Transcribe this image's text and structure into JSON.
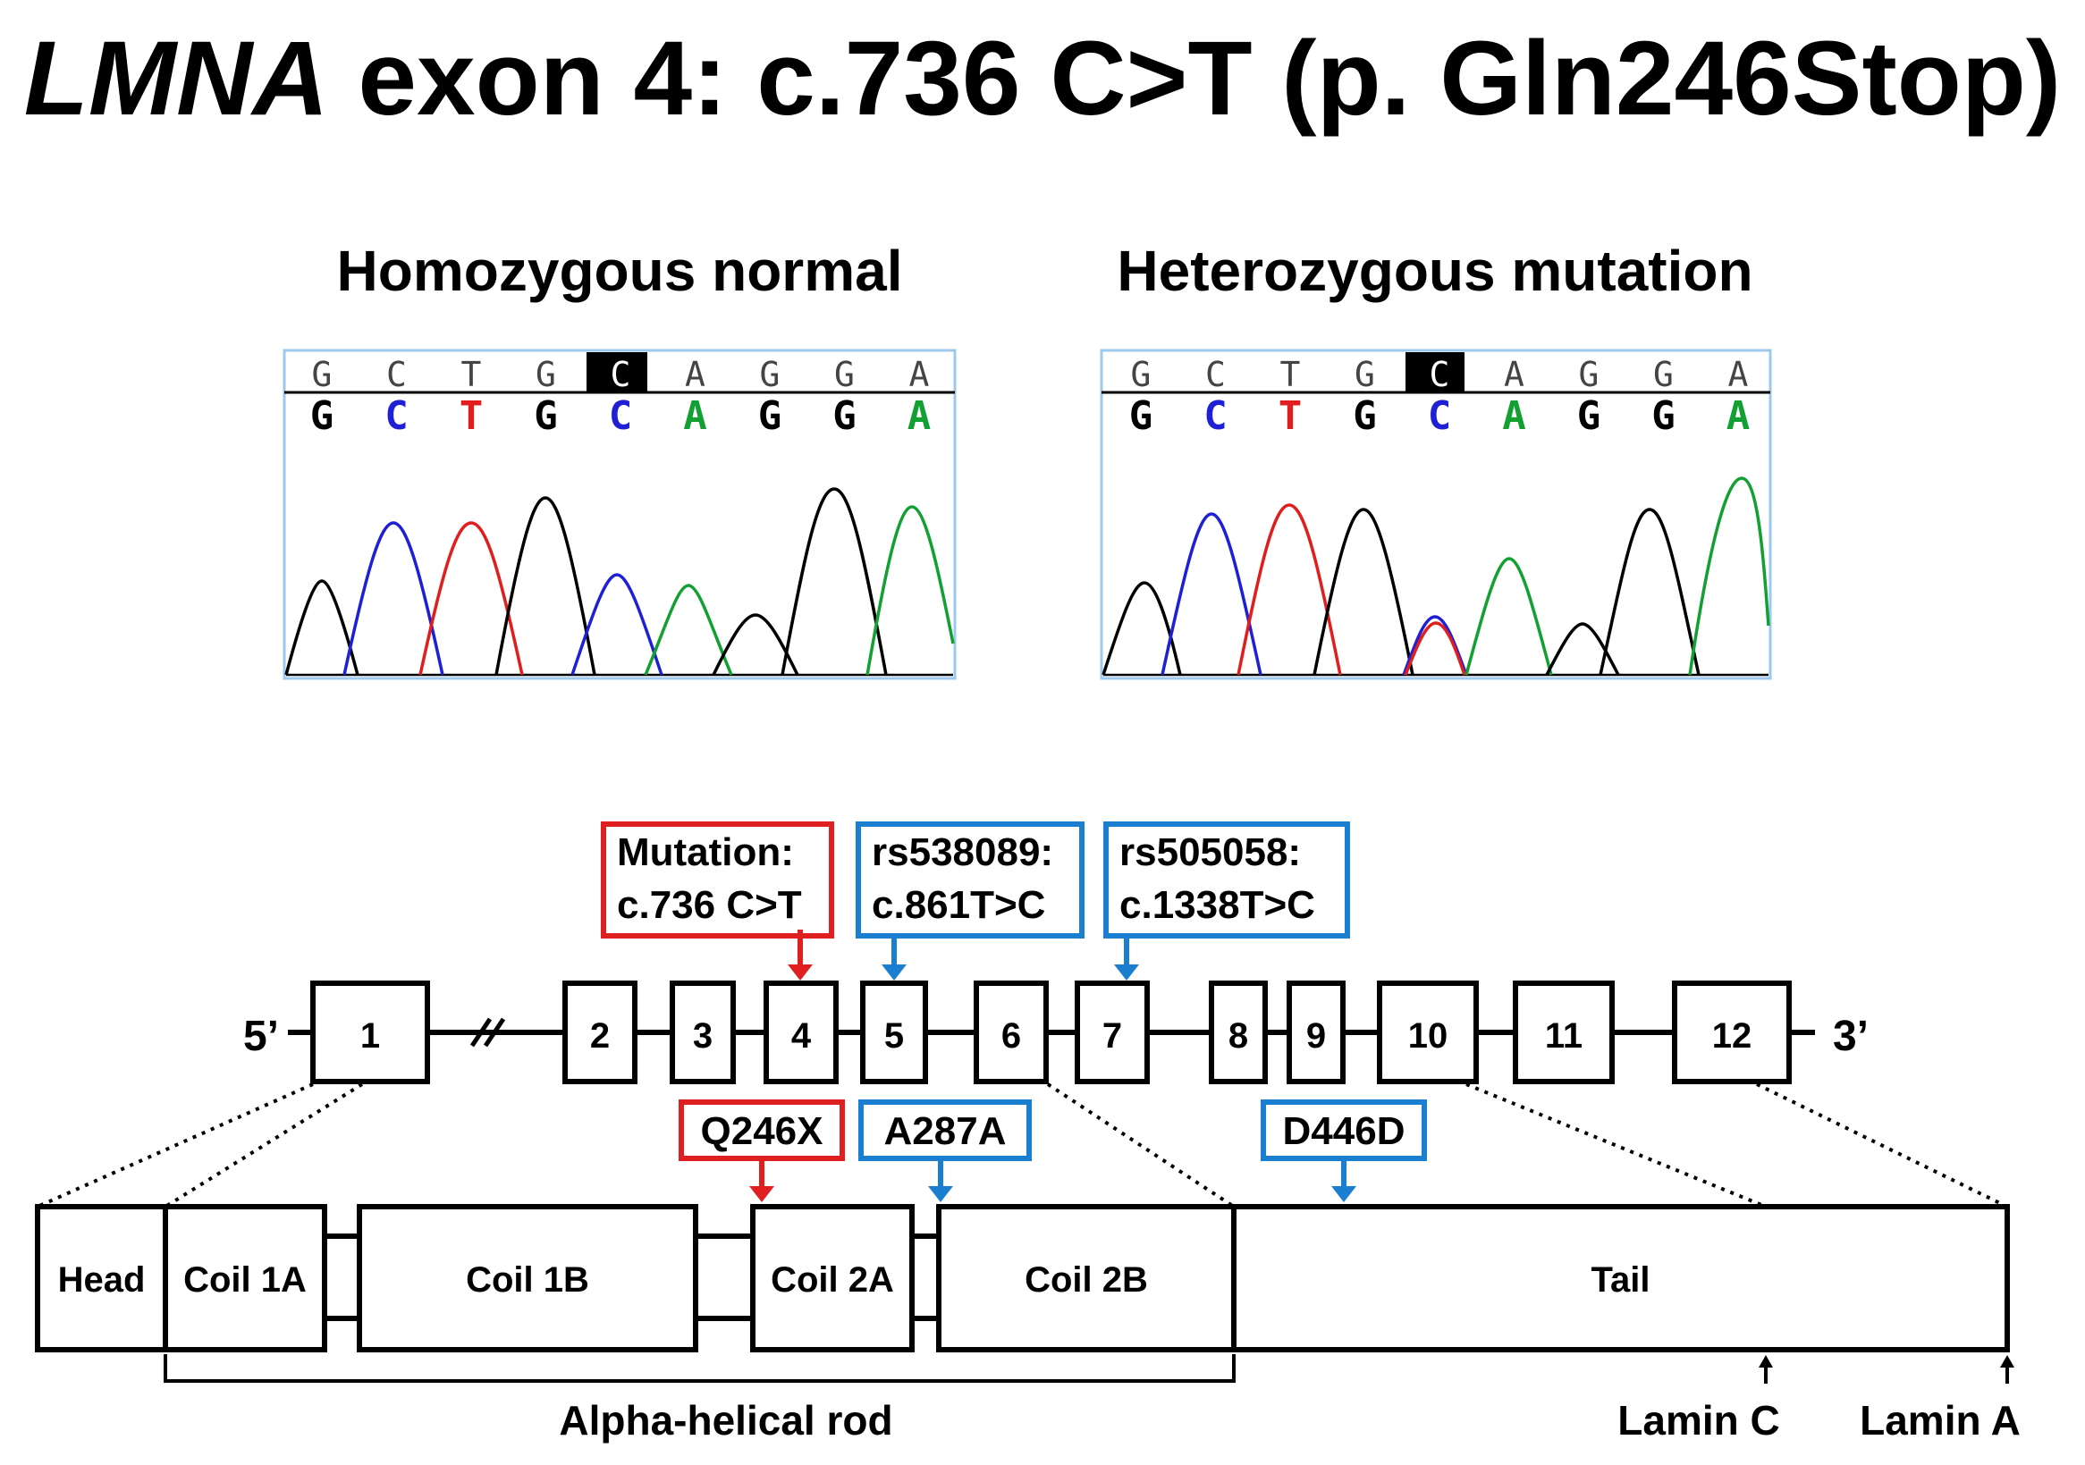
{
  "title": {
    "gene": "LMNA",
    "rest": " exon 4: c.736 C>T (p. Gln246Stop)"
  },
  "panels": [
    {
      "heading": "Homozygous normal",
      "ref_bases": [
        "G",
        "C",
        "T",
        "G",
        "C",
        "A",
        "G",
        "G",
        "A"
      ],
      "call_bases": [
        "G",
        "C",
        "T",
        "G",
        "C",
        "A",
        "G",
        "G",
        "A"
      ],
      "highlight_index": 4
    },
    {
      "heading": "Heterozygous mutation",
      "ref_bases": [
        "G",
        "C",
        "T",
        "G",
        "C",
        "A",
        "G",
        "G",
        "A"
      ],
      "call_bases": [
        "G",
        "C",
        "T",
        "G",
        "C",
        "A",
        "G",
        "G",
        "A"
      ],
      "highlight_index": 4
    }
  ],
  "base_colors": {
    "G": "#000000",
    "C": "#1f1fd6",
    "T": "#e01e1e",
    "A": "#12a032"
  },
  "gene": {
    "five_prime": "5’",
    "three_prime": "3’",
    "exons": [
      "1",
      "2",
      "3",
      "4",
      "5",
      "6",
      "7",
      "8",
      "9",
      "10",
      "11",
      "12"
    ]
  },
  "variant_callouts": [
    {
      "line1": "Mutation:",
      "line2": "c.736 C>T",
      "color": "#e02020",
      "exon": "4"
    },
    {
      "line1": "rs538089:",
      "line2": "c.861T>C",
      "color": "#1a7fd0",
      "exon": "5"
    },
    {
      "line1": "rs505058:",
      "line2": "c.1338T>C",
      "color": "#1a7fd0",
      "exon": "7"
    }
  ],
  "protein_callouts": [
    {
      "label": "Q246X",
      "color": "#e02020"
    },
    {
      "label": "A287A",
      "color": "#1a7fd0"
    },
    {
      "label": "D446D",
      "color": "#1a7fd0"
    }
  ],
  "domains": [
    "Head",
    "Coil 1A",
    "Coil 1B",
    "Coil 2A",
    "Coil 2B",
    "Tail"
  ],
  "rod_label": "Alpha-helical rod",
  "ends": [
    "Lamin C",
    "Lamin A"
  ]
}
